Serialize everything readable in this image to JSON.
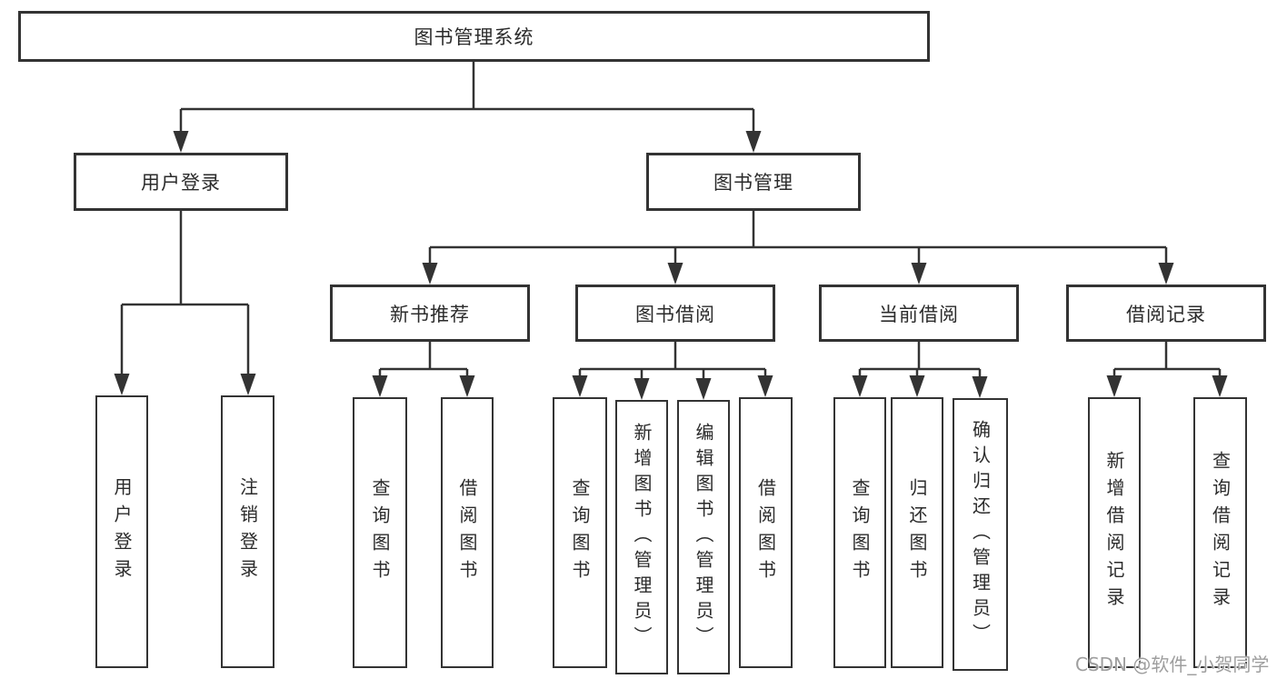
{
  "diagram_type": "hierarchy-tree",
  "nodes": {
    "root": "图书管理系统",
    "user_login": "用户登录",
    "book_mgmt": "图书管理",
    "new_book_rec": "新书推荐",
    "book_borrow": "图书借阅",
    "current_borrow": "当前借阅",
    "borrow_record": "借阅记录",
    "ul_user_login": "用户登录",
    "ul_logout": "注销登录",
    "nb_query_book": "查询图书",
    "nb_borrow_book": "借阅图书",
    "bb_query_book": "查询图书",
    "bb_add_book": "新增图书（管理员）",
    "bb_edit_book": "编辑图书（管理员）",
    "bb_borrow_book": "借阅图书",
    "cb_query_book": "查询图书",
    "cb_return_book": "归还图书",
    "cb_confirm_return": "确认归还（管理员）",
    "br_add_record": "新增借阅记录",
    "br_query_record": "查询借阅记录"
  },
  "watermark": "CSDN @软件_小贺同学",
  "colors": {
    "line": "#333333",
    "box_border": "#333333",
    "text": "#2b2b2b",
    "background": "#ffffff",
    "watermark": "#9e9e9e"
  }
}
